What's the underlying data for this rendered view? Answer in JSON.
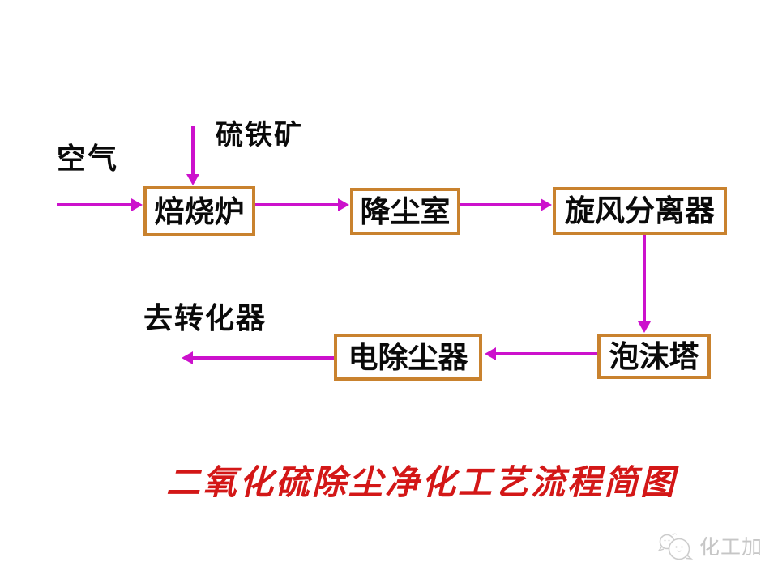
{
  "flowchart": {
    "stream_labels": {
      "air": "空气",
      "pyrite": "硫铁矿",
      "to_converter": "去转化器"
    },
    "nodes": {
      "roaster": "焙烧炉",
      "dust_chamber": "降尘室",
      "cyclone_separator": "旋风分离器",
      "foam_tower": "泡沫塔",
      "electrostatic_precipitator": "电除尘器"
    },
    "arrows": [
      "air-to-roaster",
      "pyrite-to-roaster",
      "roaster-to-dust-chamber",
      "dust-chamber-to-cyclone",
      "cyclone-to-foam-tower",
      "foam-tower-to-esp",
      "esp-to-converter"
    ]
  },
  "caption": "二氧化硫除尘净化工艺流程简图",
  "watermark": {
    "brand": "化工加"
  },
  "colors": {
    "arrow": "#cc11cc",
    "box-border": "#c9822e",
    "caption": "#d31717",
    "watermark": "#c6c6c6",
    "ink": "#0a0a0a"
  }
}
